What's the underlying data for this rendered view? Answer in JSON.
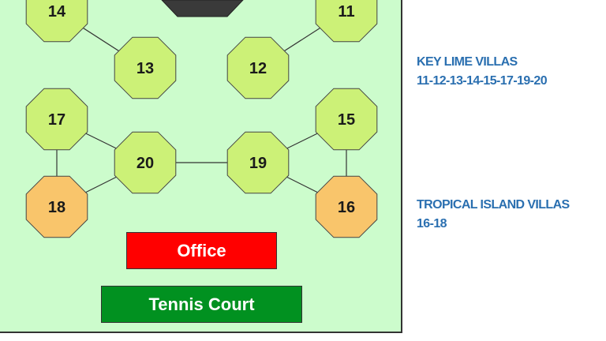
{
  "colors": {
    "ground": "#ccfccc",
    "key_lime": "#ccf177",
    "tropical": "#f9c56b",
    "office": "#ff0000",
    "tennis": "#019120",
    "legend_text": "#2a6fb0",
    "top_building": "#3a3a3a"
  },
  "villas": [
    {
      "number": "14",
      "group": "key_lime"
    },
    {
      "number": "11",
      "group": "key_lime"
    },
    {
      "number": "13",
      "group": "key_lime"
    },
    {
      "number": "12",
      "group": "key_lime"
    },
    {
      "number": "17",
      "group": "key_lime"
    },
    {
      "number": "15",
      "group": "key_lime"
    },
    {
      "number": "20",
      "group": "key_lime"
    },
    {
      "number": "19",
      "group": "key_lime"
    },
    {
      "number": "18",
      "group": "tropical"
    },
    {
      "number": "16",
      "group": "tropical"
    }
  ],
  "connections": [
    [
      "14",
      "13"
    ],
    [
      "11",
      "12"
    ],
    [
      "17",
      "20"
    ],
    [
      "17",
      "18"
    ],
    [
      "20",
      "18"
    ],
    [
      "20",
      "19"
    ],
    [
      "19",
      "15"
    ],
    [
      "19",
      "16"
    ],
    [
      "15",
      "16"
    ]
  ],
  "buildings": {
    "office": "Office",
    "tennis_court": "Tennis Court"
  },
  "legend": {
    "key_lime": {
      "title": "KEY LIME VILLAS",
      "units": "11-12-13-14-15-17-19-20"
    },
    "tropical": {
      "title": "TROPICAL ISLAND VILLAS",
      "units": "16-18"
    }
  }
}
